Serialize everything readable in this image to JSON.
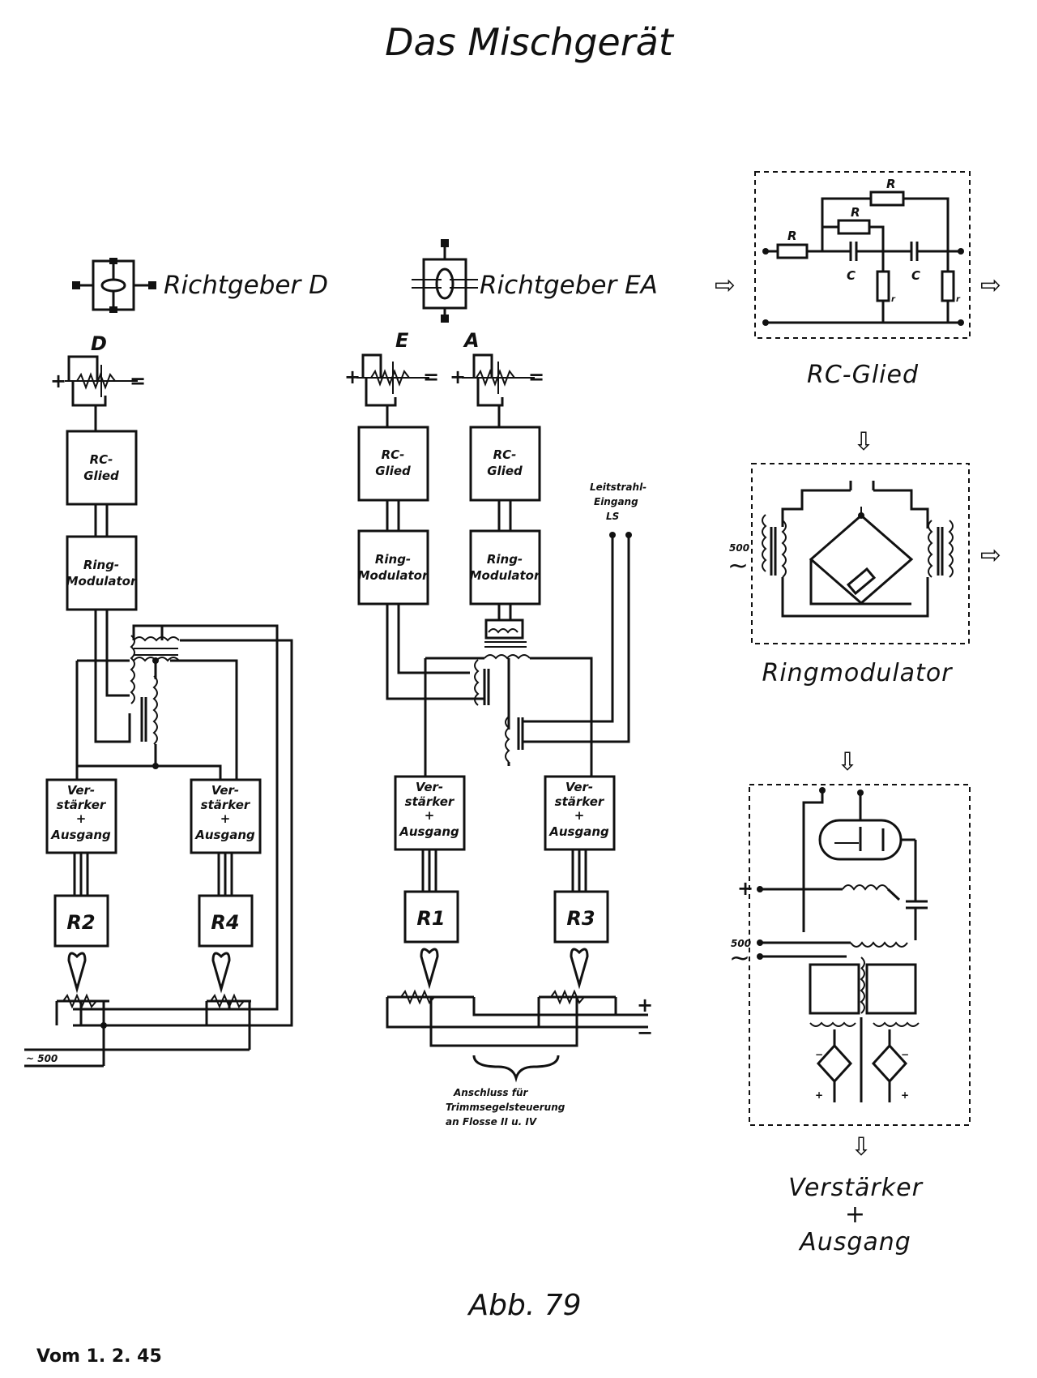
{
  "title": "Das Mischgerät",
  "figure_caption": "Abb. 79",
  "date_stamp": "Vom 1. 2. 45",
  "sensors": {
    "d": "Richtgeber D",
    "ea": "Richtgeber EA"
  },
  "channel_letters": {
    "d": "D",
    "e": "E",
    "a": "A"
  },
  "blocks": {
    "rc_line1": "RC-",
    "rc_line2": "Glied",
    "ring_line1": "Ring-",
    "ring_line2": "Modulator",
    "amp_line1": "Ver-",
    "amp_line2": "stärker",
    "amp_line3": "+",
    "amp_line4": "Ausgang"
  },
  "relays": {
    "r1": "R1",
    "r2": "R2",
    "r3": "R3",
    "r4": "R4"
  },
  "leitstrahl": {
    "line1": "Leitstrahl-",
    "line2": "Eingang",
    "line3": "LS"
  },
  "supply": {
    "ac": "~ 500",
    "plus": "+",
    "minus": "−",
    "ac500": "500",
    "tilde": "~"
  },
  "anschluss": {
    "line1": "Anschluss für",
    "line2": "Trimmsegelsteuerung",
    "line3": "an Flosse II u. IV"
  },
  "detail_rc": {
    "caption": "RC-Glied",
    "r": "R",
    "c": "C",
    "small_r": "r"
  },
  "detail_ring": {
    "caption": "Ringmodulator"
  },
  "detail_amp": {
    "caption_line1": "Verstärker",
    "caption_line2": "+",
    "caption_line3": "Ausgang"
  },
  "arrows": {
    "right": "⇨",
    "down": "⇩"
  }
}
